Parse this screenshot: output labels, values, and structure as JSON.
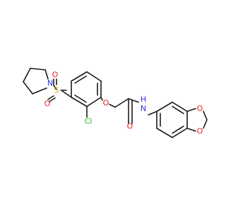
{
  "molecule": {
    "colors": {
      "bond": "#1a1a1a",
      "oxygen": "#e8211b",
      "nitrogen": "#2b31e3",
      "sulfur": "#c9b400",
      "chlorine": "#1fb41f",
      "carbon": "#1a1a1a"
    },
    "atom_labels": {
      "N_pyrrolidine": "N",
      "S": "S",
      "O_sulfonyl_top": "O",
      "O_sulfonyl_bottom": "O",
      "O_ether": "O",
      "Cl": "Cl",
      "O_carbonyl": "O",
      "N_amide": "N",
      "H_amide": "H",
      "O_dioxole_top": "O",
      "O_dioxole_bottom": "O"
    }
  }
}
